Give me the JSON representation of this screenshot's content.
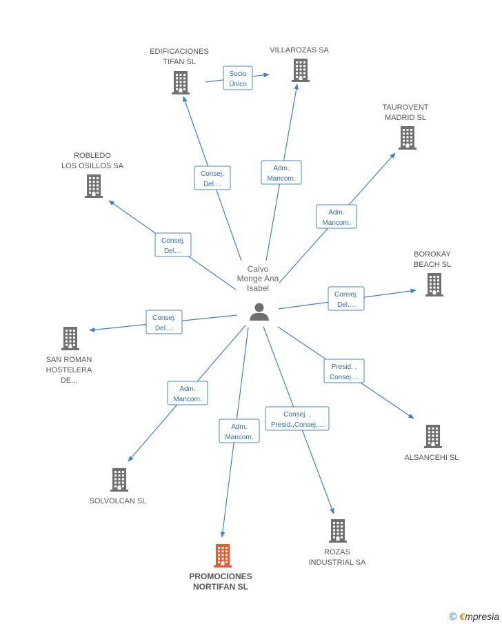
{
  "colors": {
    "edge": "#3f7fcf",
    "building": "#707070",
    "highlight": "#f05a28",
    "person": "#6f6f6f"
  },
  "center": {
    "name_lines": [
      "Calvo",
      "Monge Ana",
      "Isabel"
    ],
    "icon": "person-icon"
  },
  "companies": [
    {
      "id": "edificaciones",
      "lines": [
        "EDIFICACIONES",
        "TIFAN SL"
      ],
      "icon": "building-icon",
      "highlight": false
    },
    {
      "id": "villarozas",
      "lines": [
        "VILLAROZAS SA"
      ],
      "icon": "building-icon",
      "highlight": false
    },
    {
      "id": "taurovent",
      "lines": [
        "TAUROVENT",
        "MADRID SL"
      ],
      "icon": "building-icon",
      "highlight": false
    },
    {
      "id": "robledo",
      "lines": [
        "ROBLEDO",
        "LOS OSILLOS SA"
      ],
      "icon": "building-icon",
      "highlight": false
    },
    {
      "id": "borokay",
      "lines": [
        "BOROKAY",
        "BEACH SL"
      ],
      "icon": "building-icon",
      "highlight": false
    },
    {
      "id": "sanroman",
      "lines": [
        "SAN ROMAN",
        "HOSTELERA",
        "DE..."
      ],
      "icon": "building-icon",
      "highlight": false
    },
    {
      "id": "alsancehi",
      "lines": [
        "ALSANCEHI SL"
      ],
      "icon": "building-icon",
      "highlight": false
    },
    {
      "id": "solvolcan",
      "lines": [
        "SOLVOLCAN SL"
      ],
      "icon": "building-icon",
      "highlight": false
    },
    {
      "id": "promociones",
      "lines": [
        "PROMOCIONES",
        "NORTIFAN SL"
      ],
      "icon": "building-icon",
      "highlight": true
    },
    {
      "id": "rozas",
      "lines": [
        "ROZAS",
        "INDUSTRIAL SA"
      ],
      "icon": "building-icon",
      "highlight": false
    }
  ],
  "relations": [
    {
      "from": "center",
      "to": "edificaciones",
      "lines": [
        "Consej.",
        "Del...."
      ]
    },
    {
      "from": "edificaciones",
      "to": "villarozas",
      "lines": [
        "Socio",
        "Único"
      ]
    },
    {
      "from": "center",
      "to": "villarozas",
      "lines": [
        "Adm.",
        "Mancom."
      ]
    },
    {
      "from": "center",
      "to": "taurovent",
      "lines": [
        "Adm.",
        "Mancom."
      ]
    },
    {
      "from": "center",
      "to": "robledo",
      "lines": [
        "Consej.",
        "Del...."
      ]
    },
    {
      "from": "center",
      "to": "borokay",
      "lines": [
        "Consej.",
        "Del...."
      ]
    },
    {
      "from": "center",
      "to": "sanroman",
      "lines": [
        "Consej.",
        "Del...."
      ]
    },
    {
      "from": "center",
      "to": "alsancehi",
      "lines": [
        "Presid. ,",
        "Consej...."
      ]
    },
    {
      "from": "center",
      "to": "solvolcan",
      "lines": [
        "Adm.",
        "Mancom."
      ]
    },
    {
      "from": "center",
      "to": "promociones",
      "lines": [
        "Adm.",
        "Mancom."
      ]
    },
    {
      "from": "center",
      "to": "rozas",
      "lines": [
        "Consej. ,",
        "Presid.,Consej...."
      ]
    }
  ],
  "footer": {
    "copyright": "©",
    "brand_initial": "€",
    "brand_rest": "mpresia"
  }
}
